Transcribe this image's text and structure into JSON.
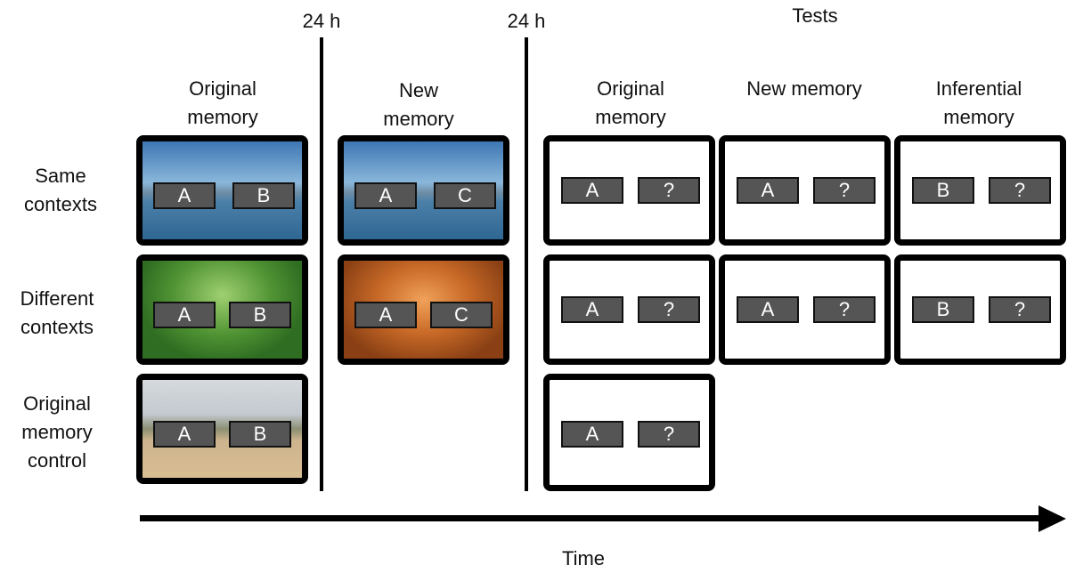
{
  "delays": {
    "first": "24 h",
    "second": "24 h"
  },
  "tests_label": "Tests",
  "column_headers": {
    "encoding_original": "Original memory",
    "encoding_new": "New memory",
    "test_original": "Original memory",
    "test_new": "New memory",
    "test_inferential": "Inferential memory"
  },
  "row_labels": {
    "same": "Same contexts",
    "different": "Different contexts",
    "control": "Original memory control"
  },
  "scene_icons": {
    "same": "harbor-scene",
    "different_original": "forest-scene",
    "different_new": "sauna-scene",
    "control": "beach-scene"
  },
  "items": {
    "a": "A",
    "b": "B",
    "c": "C",
    "unknown": "?"
  },
  "time_label": "Time",
  "colors": {
    "item_box": "#555555",
    "frame": "#000000"
  }
}
